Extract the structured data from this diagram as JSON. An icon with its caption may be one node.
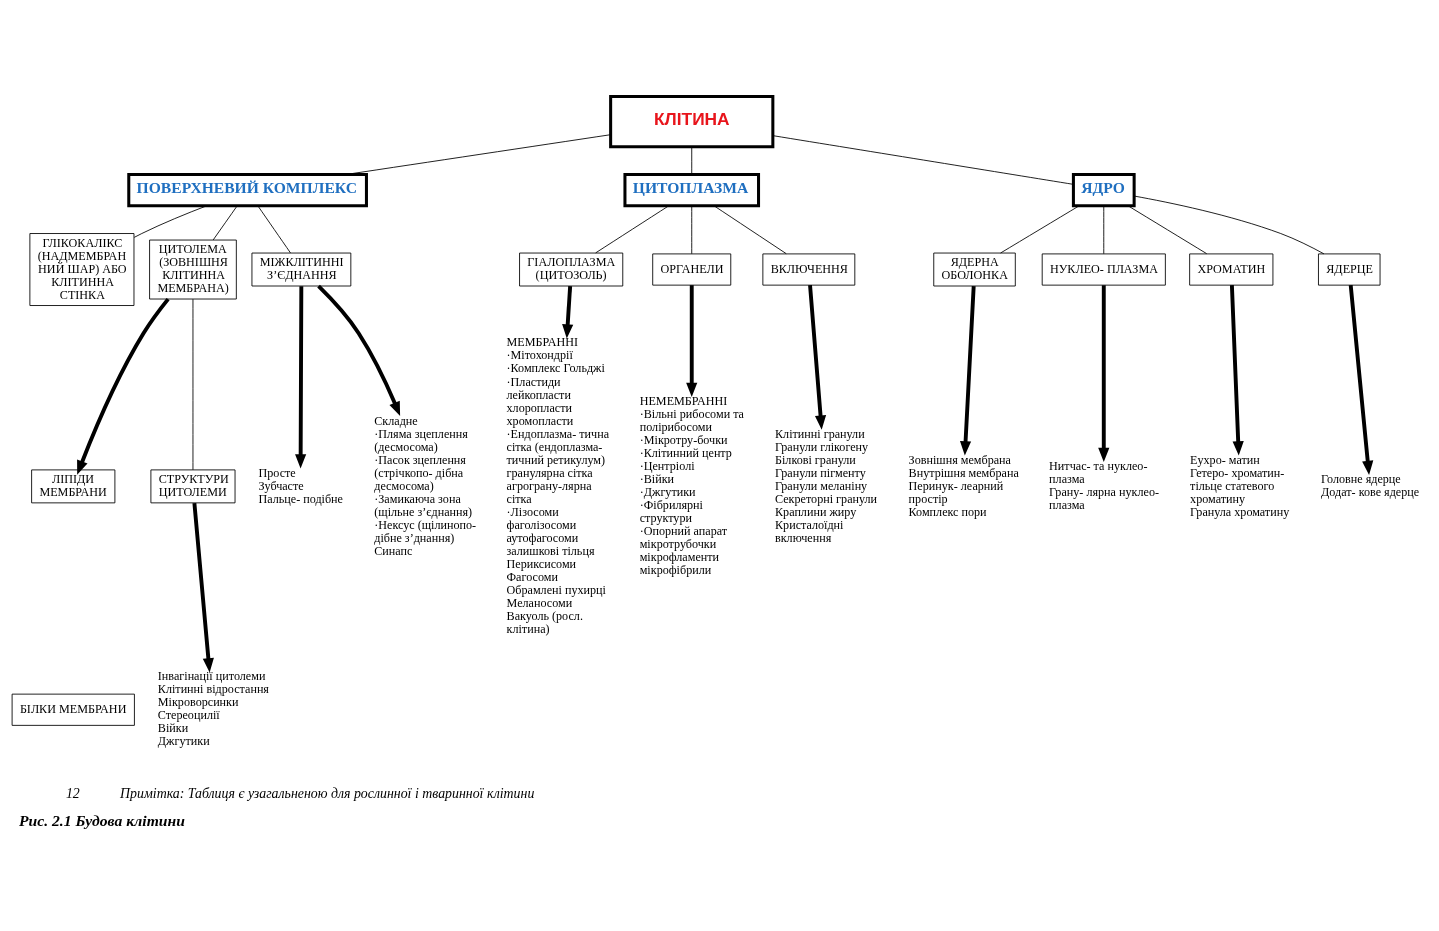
{
  "diagram": {
    "caption": "Рис. 2.1 Будова клітини",
    "nodes": [
      {
        "text": [
          "КЛІТИНА"
        ]
      },
      {
        "text": [
          "ПОВЕРХНЕВИЙ КОМПЛЕКС"
        ]
      },
      {
        "text": [
          "ЦИТОПЛАЗМА"
        ]
      },
      {
        "text": [
          "ЯДРО"
        ]
      },
      {
        "text": [
          "ГЛІКОКАЛІКС (НАДМЕМБРАН НИЙ ШАР) АБО КЛІТИННА СТІНКА"
        ]
      },
      {
        "text": [
          "ЦИТОЛЕМА (ЗОВНІШНЯ КЛІТИННА МЕМБРАНА)"
        ]
      },
      {
        "text": [
          "МІЖКЛІТИННІ З’ЄДНАННЯ"
        ]
      },
      {
        "text": [
          "ЛІПІДИ МЕМБРАНИ"
        ]
      },
      {
        "text": [
          "БІЛКИ МЕМБРАНИ"
        ]
      },
      {
        "text": [
          "СТРУКТУРИ ЦИТОЛЕМИ"
        ]
      },
      {
        "text": [
          "Інвагінації цитолеми",
          "Клітинні відростання",
          "Мікроворсинки",
          "Стереоцилії",
          "Війки",
          "Джгутики"
        ]
      },
      {
        "text": [
          "Просте",
          "Зубчасте",
          "Пальце- подібне"
        ]
      },
      {
        "text": [
          "Складне",
          "·Пляма зцеплення (десмосома)",
          "·Пасок зцеплення (стрічкопо- дібна десмосома)",
          "·Замикаюча зона (щільне з’єднання)",
          "·Нексус (щілинопо- дібне з’днання)",
          "Синапс"
        ]
      },
      {
        "text": [
          "ГІАЛОПЛАЗМА (ЦИТОЗОЛЬ)"
        ]
      },
      {
        "text": [
          "ОРГАНЕЛИ"
        ]
      },
      {
        "text": [
          "ВКЛЮЧЕННЯ"
        ]
      },
      {
        "text": [
          "МЕМБРАННІ",
          "·Мітохондрії",
          "·Комплекс Гольджі",
          "·Пластиди",
          "лейкопласти",
          "хлоропласти",
          "хромопласти",
          "·Ендоплазма- тична сітка (ендоплазма- тичний ретикулум)",
          "гранулярна сітка",
          "агрограну-лярна сітка",
          "·Лізосоми",
          "фаголізосоми",
          "аутофагосоми",
          "залишкові тільця",
          "Периксисоми",
          "Фагосоми",
          "Обрамлені пухирці",
          "Меланосоми",
          "Вакуоль (росл. клітина)"
        ]
      },
      {
        "text": [
          "НЕМЕМБРАННІ",
          "·Вільні рибосоми та полірибосоми",
          "·Мікротру-бочки",
          "·Клітинний центр",
          "·Центріолі",
          "·Війки",
          "·Джгутики",
          "·Фібрилярні структури",
          "·Опорний апарат",
          "мікротрубочки",
          "мікрофламенти",
          "мікрофібрили"
        ]
      },
      {
        "text": [
          "Клітинні гранули",
          "Гранули глікогену",
          "Білкові гранули",
          "Гранули пігменту",
          "Гранули меланіну",
          "Секреторні гранули",
          "Краплини жиру",
          "Кристалоїдні включення"
        ]
      },
      {
        "text": [
          "ЯДЕРНА ОБОЛОНКА"
        ]
      },
      {
        "text": [
          "НУКЛЕО- ПЛАЗМА"
        ]
      },
      {
        "text": [
          "ХРОМАТИН"
        ]
      },
      {
        "text": [
          "ЯДЕРЦЕ"
        ]
      },
      {
        "text": [
          "Еухро- матин",
          "Гетеро- хроматин- тільце статевого хроматину",
          "Гранула хроматину"
        ]
      },
      {
        "text": [
          "Зовнішня мембрана",
          "Внутрішня мембрана",
          "Перинук- леарний простір",
          "Комплекс пори"
        ]
      },
      {
        "text": [
          "Головне ядерце",
          "Додат- кове ядерце"
        ]
      },
      {
        "text": [
          "Нитчас- та нуклео- плазма",
          "Грану- лярна нуклео- плазма"
        ]
      }
    ],
    "edges": [
      {
        "from": 0,
        "to": 1,
        "arrow": "none"
      },
      {
        "from": 0,
        "to": 2,
        "arrow": "none"
      },
      {
        "from": 0,
        "to": 3,
        "arrow": "none"
      },
      {
        "from": 1,
        "to": 4,
        "arrow": "none"
      },
      {
        "from": 1,
        "to": 5,
        "arrow": "none"
      },
      {
        "from": 1,
        "to": 6,
        "arrow": "none"
      },
      {
        "from": 5,
        "to": 7,
        "arrow": "to",
        "style": "thick"
      },
      {
        "from": 5,
        "to": 9,
        "arrow": "none"
      },
      {
        "from": 9,
        "to": 10,
        "arrow": "to",
        "style": "thick"
      },
      {
        "from": 6,
        "to": 11,
        "arrow": "to",
        "style": "thick"
      },
      {
        "from": 6,
        "to": 12,
        "arrow": "to",
        "style": "thick"
      },
      {
        "from": 2,
        "to": 13,
        "arrow": "none"
      },
      {
        "from": 2,
        "to": 14,
        "arrow": "none"
      },
      {
        "from": 2,
        "to": 15,
        "arrow": "none"
      },
      {
        "from": 13,
        "to": 16,
        "arrow": "to",
        "style": "thick"
      },
      {
        "from": 14,
        "to": 17,
        "arrow": "to",
        "style": "thick"
      },
      {
        "from": 15,
        "to": 18,
        "arrow": "to",
        "style": "thick"
      },
      {
        "from": 3,
        "to": 21,
        "arrow": "none"
      },
      {
        "from": 3,
        "to": 19,
        "arrow": "none"
      },
      {
        "from": 3,
        "to": 22,
        "arrow": "none"
      },
      {
        "from": 3,
        "to": 20,
        "arrow": "none"
      },
      {
        "from": 21,
        "to": 23,
        "arrow": "to",
        "style": "thick"
      },
      {
        "from": 19,
        "to": 24,
        "arrow": "to",
        "style": "thick"
      },
      {
        "from": 22,
        "to": 25,
        "arrow": "to",
        "style": "thick"
      },
      {
        "from": 20,
        "to": 26,
        "arrow": "to",
        "style": "thick"
      }
    ],
    "labels": [
      "12",
      "Примітка: Таблиця є узагальненою для рослинної і тваринної клітини"
    ]
  }
}
